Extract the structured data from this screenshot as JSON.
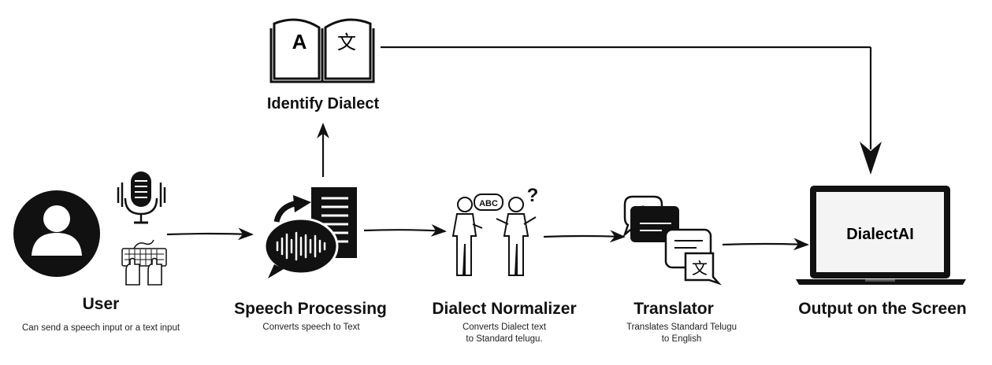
{
  "nodes": {
    "user": {
      "title": "User",
      "desc": "Can send a speech input or a text input"
    },
    "identify": {
      "title": "Identify Dialect",
      "book_glyphs": [
        "A",
        "文"
      ]
    },
    "speech": {
      "title": "Speech Processing",
      "desc": "Converts speech to Text"
    },
    "normalizer": {
      "title": "Dialect Normalizer",
      "desc_lines": [
        "Converts Dialect text",
        "to Standard telugu."
      ],
      "bubble_text": "ABC",
      "question_mark": "?"
    },
    "translator": {
      "title": "Translator",
      "desc_lines": [
        "Translates Standard Telugu",
        "to English"
      ],
      "glyphs": [
        "A",
        "文"
      ]
    },
    "output": {
      "title": "Output on the Screen",
      "screen_text": "DialectAI"
    }
  },
  "colors": {
    "ink": "#111111",
    "screen_bg": "#f4f4f4"
  }
}
